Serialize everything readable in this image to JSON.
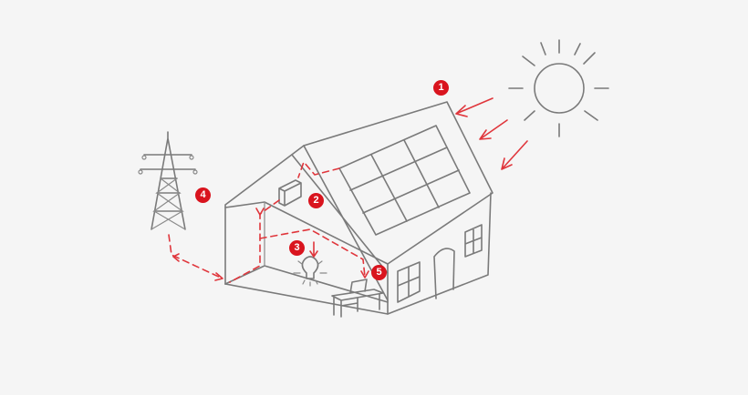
{
  "diagram": {
    "accent_color": "#d9141e",
    "line_color": "#7a7a7a",
    "background": "#f5f5f5",
    "markers": [
      {
        "label": "1",
        "points_to": "sunlight-arrows"
      },
      {
        "label": "2",
        "points_to": "inverter"
      },
      {
        "label": "3",
        "points_to": "light-bulb"
      },
      {
        "label": "4",
        "points_to": "power-grid-tower"
      },
      {
        "label": "5",
        "points_to": "computer-desk"
      }
    ],
    "icons": [
      "sun-icon",
      "solar-panel-icon",
      "house-icon",
      "inverter-icon",
      "light-bulb-icon",
      "desk-laptop-icon",
      "transmission-tower-icon"
    ]
  }
}
